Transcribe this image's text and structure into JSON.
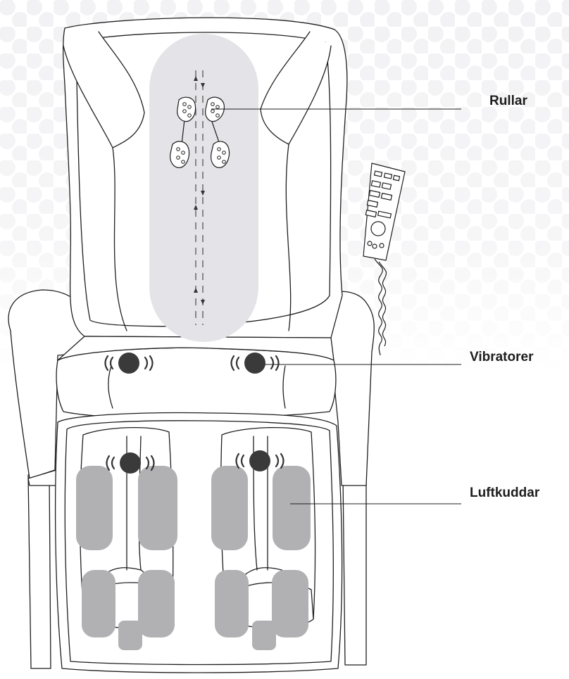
{
  "callouts": {
    "rollers": "Rullar",
    "vibrators": "Vibratorer",
    "air_cushions": "Luftkuddar"
  },
  "colors": {
    "outline": "#1f1f1f",
    "roller_track": "#e4e4e8",
    "air_cushion": "#b1b1b4",
    "vibrator_dot": "#3a3a3a",
    "background_pattern": "#f1f1f3",
    "chair_fill": "#ffffff"
  },
  "icons": {
    "vibration_waves": "vibration-waves-icon",
    "remote": "remote-control-icon",
    "roller": "massage-roller-icon"
  }
}
